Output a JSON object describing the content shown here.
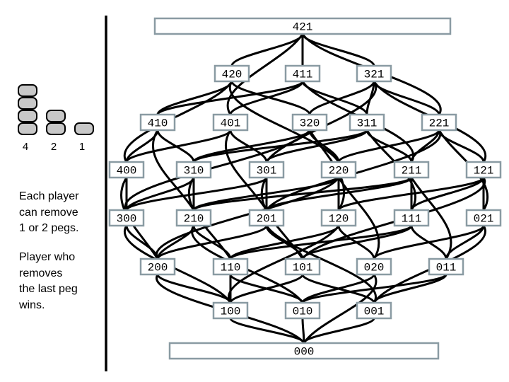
{
  "rules": {
    "line1": "Each player",
    "line2": "can remove",
    "line3": "1 or 2 pegs.",
    "win1": "Player who",
    "win2": "removes",
    "win3": "the last peg",
    "win4": "wins."
  },
  "piles": [
    {
      "label": "4",
      "pegs": 4
    },
    {
      "label": "2",
      "pegs": 2
    },
    {
      "label": "1",
      "pegs": 1
    }
  ],
  "states": [
    "421",
    "420",
    "411",
    "321",
    "410",
    "401",
    "320",
    "311",
    "221",
    "400",
    "310",
    "301",
    "220",
    "211",
    "121",
    "300",
    "210",
    "201",
    "120",
    "111",
    "021",
    "200",
    "110",
    "101",
    "020",
    "011",
    "100",
    "010",
    "001",
    "000"
  ],
  "colors": {
    "node_border": "#8a9ba3",
    "peg_fill": "#c8c8c8",
    "edge": "#000000"
  }
}
